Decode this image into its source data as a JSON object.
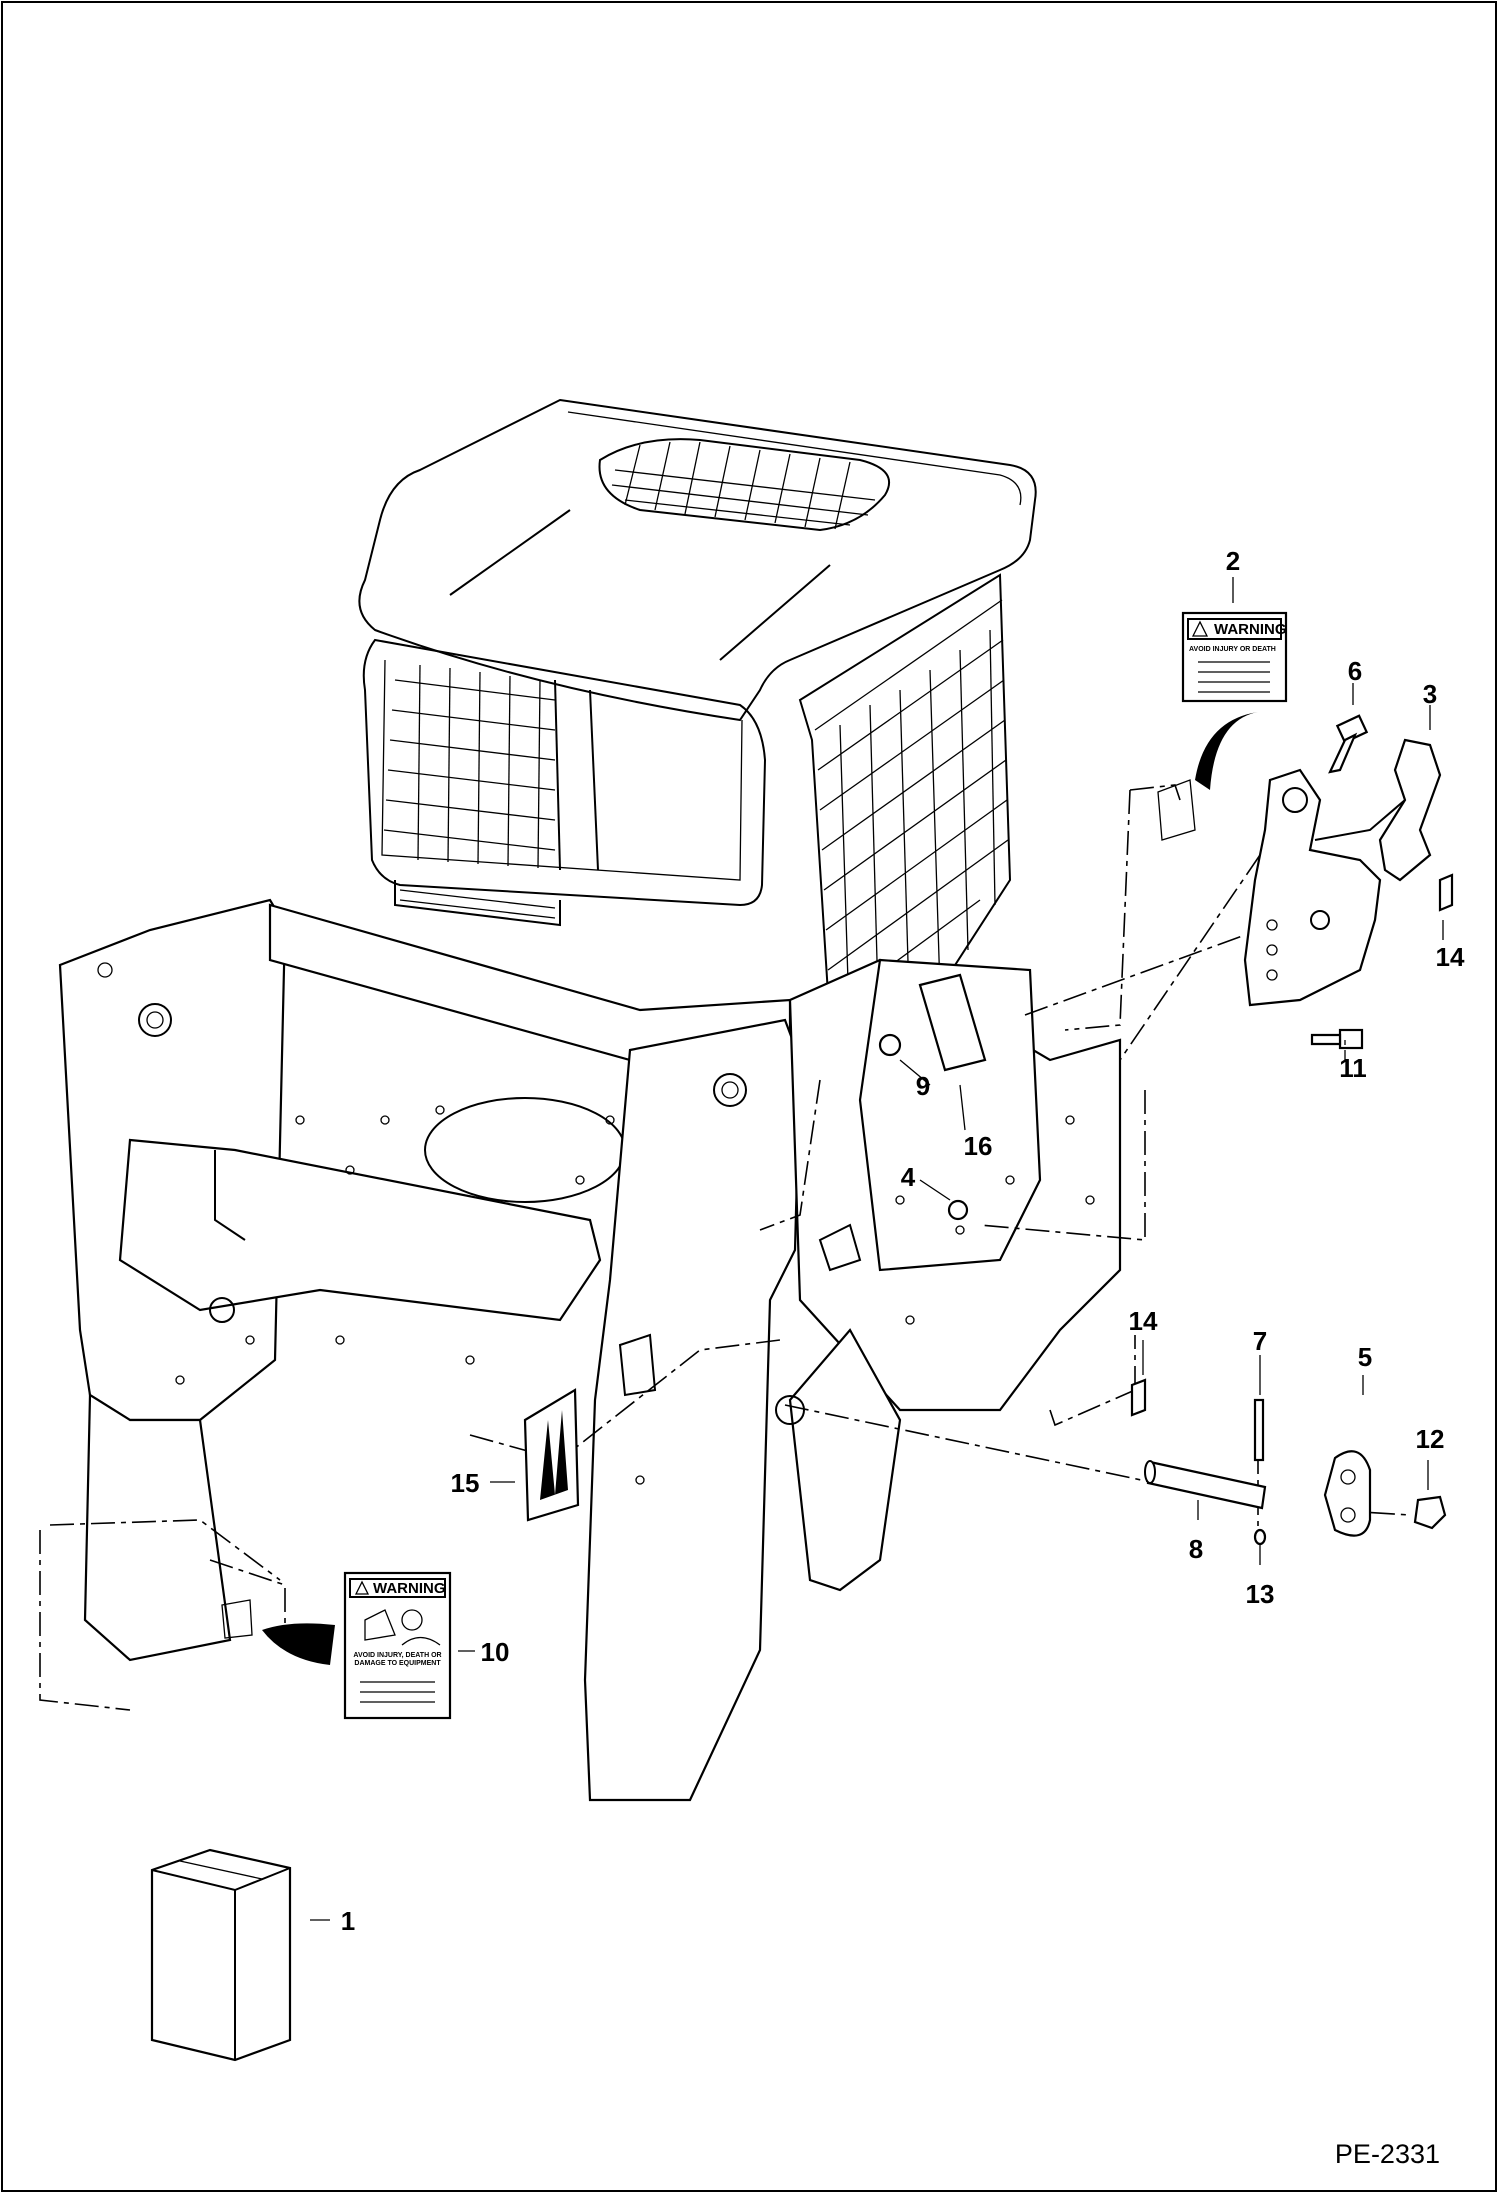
{
  "drawing": {
    "doc_number": "PE-2331",
    "callouts": [
      "1",
      "2",
      "3",
      "4",
      "5",
      "6",
      "7",
      "8",
      "9",
      "10",
      "11",
      "12",
      "13",
      "14",
      "14",
      "15",
      "16"
    ],
    "decal_2": {
      "heading": "WARNING",
      "subtext": "AVOID INJURY OR DEATH"
    },
    "decal_10": {
      "heading": "WARNING",
      "subtext": "AVOID INJURY, DEATH OR DAMAGE TO EQUIPMENT"
    }
  }
}
